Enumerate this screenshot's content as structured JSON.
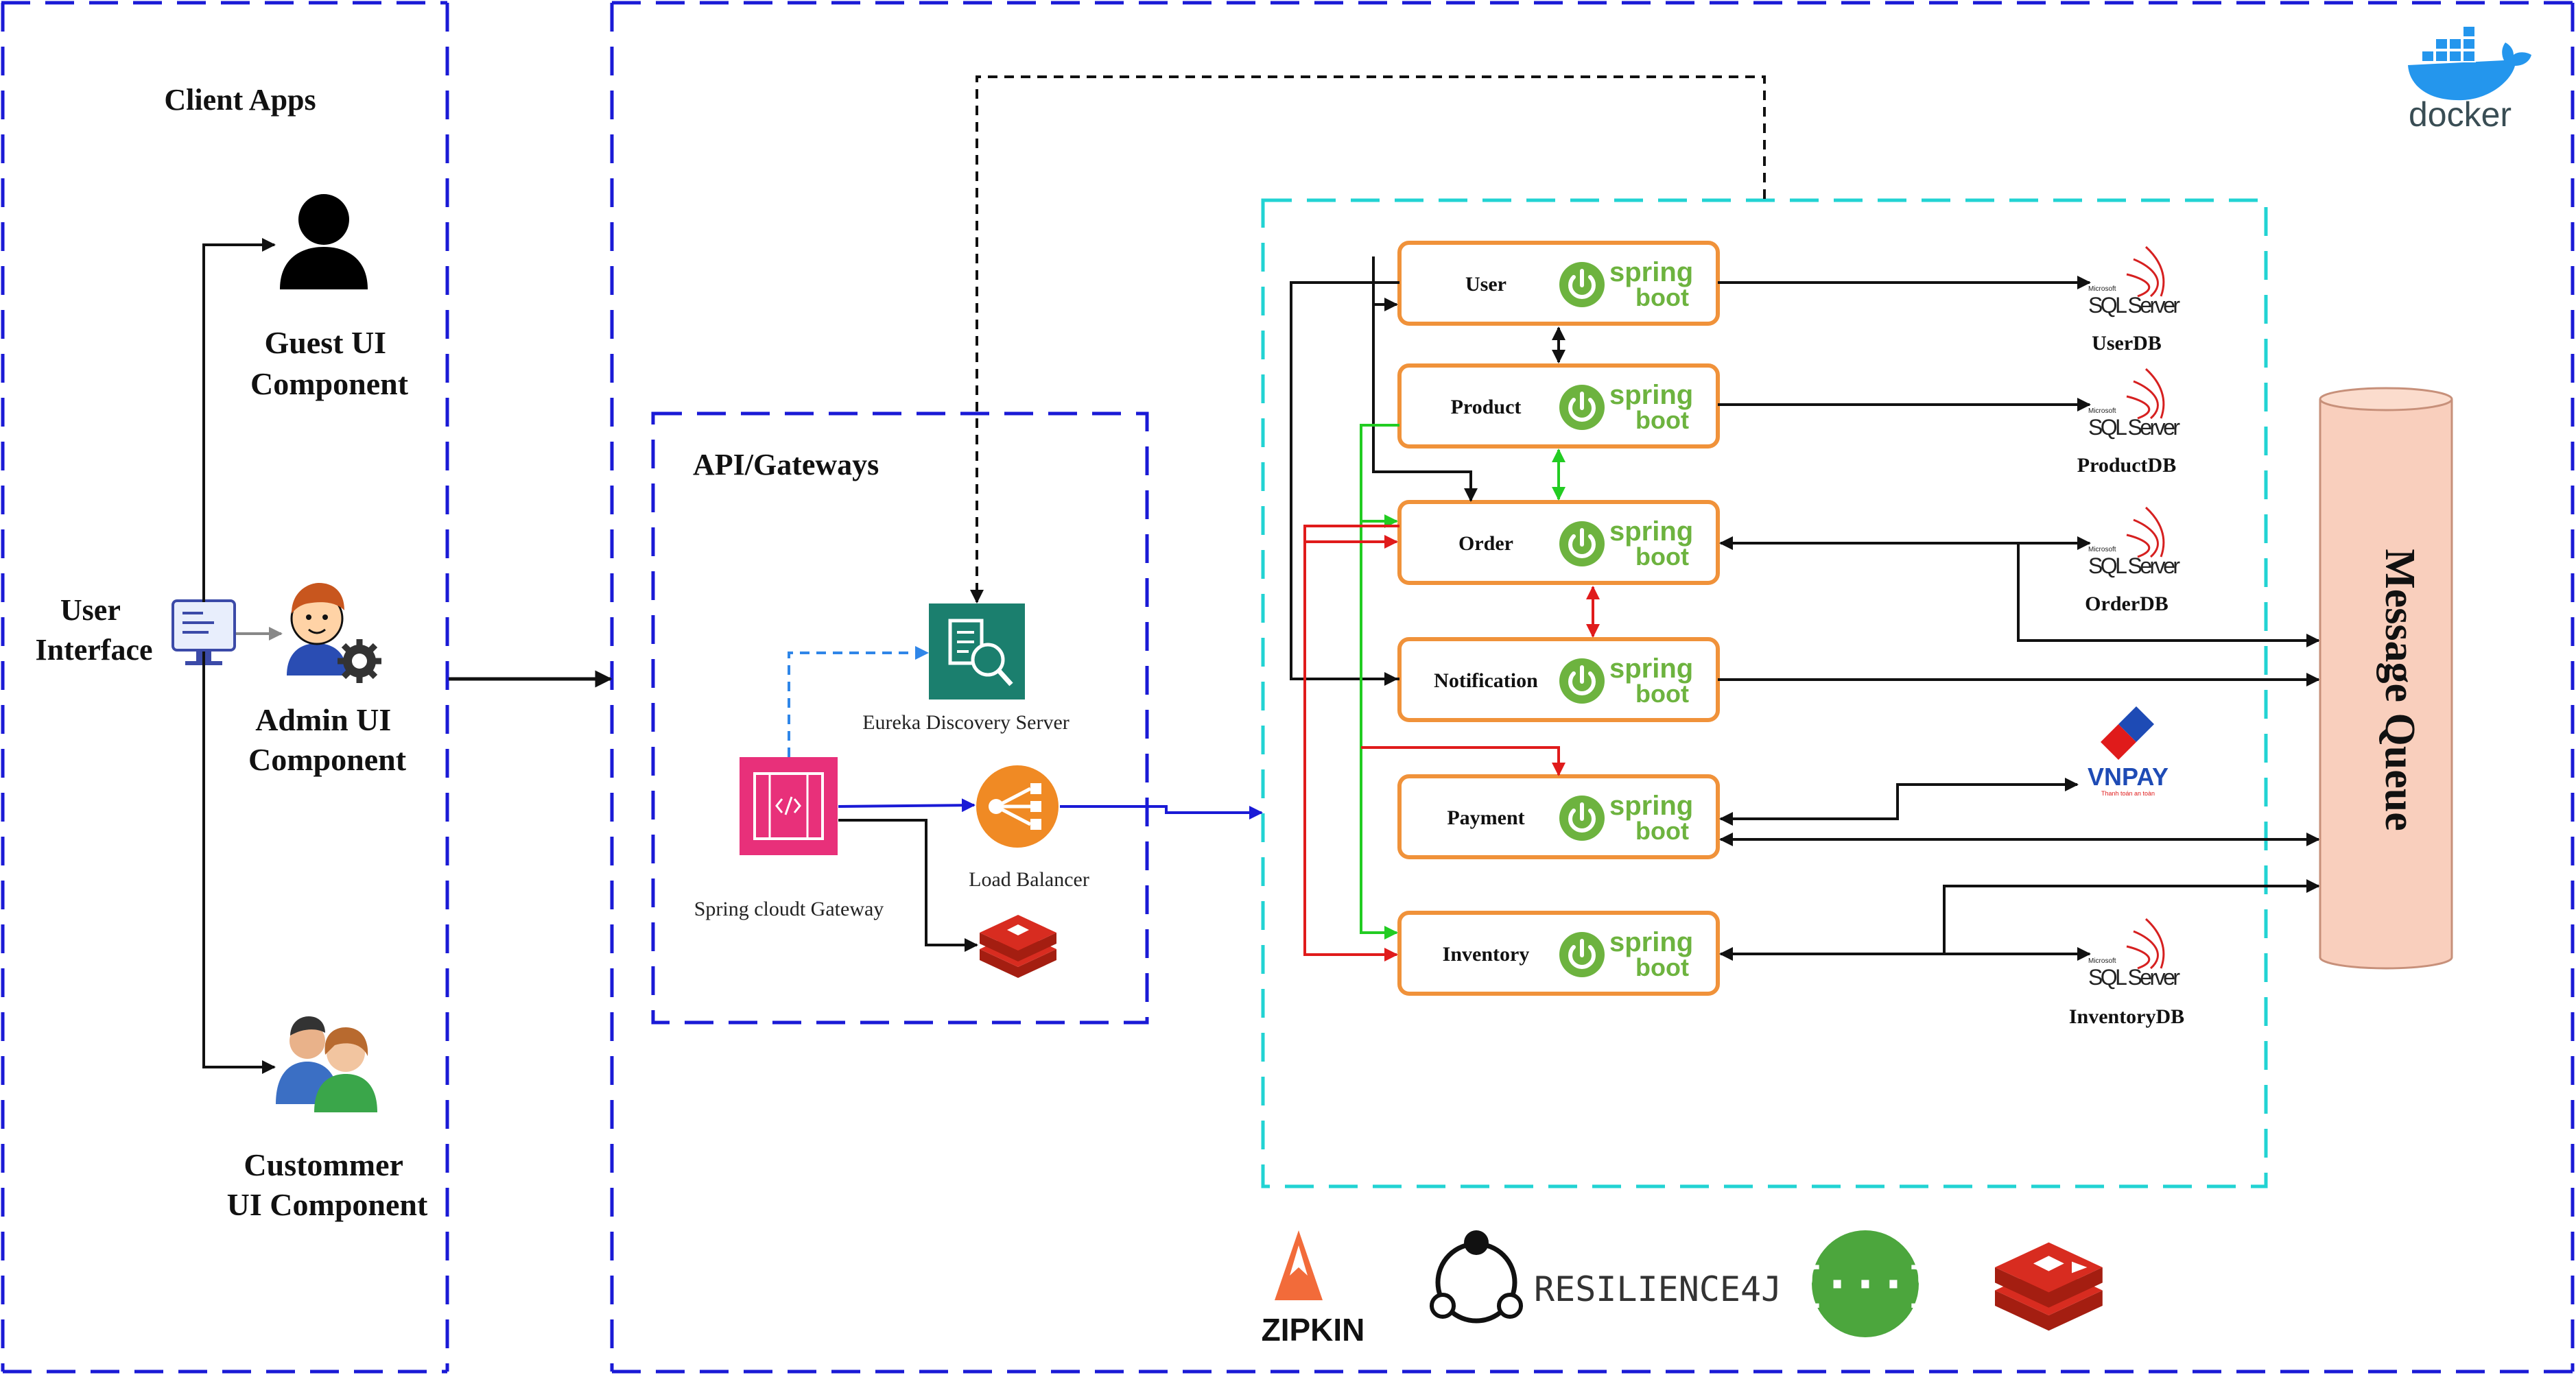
{
  "client_apps": {
    "title": "Client Apps",
    "user_interface": [
      "User",
      "Interface"
    ],
    "guest": [
      "Guest UI",
      "Component"
    ],
    "admin": [
      "Admin UI",
      "Component"
    ],
    "customer": [
      "Custommer",
      "UI Component"
    ]
  },
  "gateway": {
    "title": "API/Gateways",
    "eureka": "Eureka Discovery Server",
    "spring_gateway": "Spring cloudt Gateway",
    "load_balancer": "Load Balancer"
  },
  "services": [
    {
      "name": "User",
      "key": "user"
    },
    {
      "name": "Product",
      "key": "product"
    },
    {
      "name": "Order",
      "key": "order"
    },
    {
      "name": "Notification",
      "key": "notification"
    },
    {
      "name": "Payment",
      "key": "payment"
    },
    {
      "name": "Inventory",
      "key": "inventory"
    }
  ],
  "spring_logo": {
    "word1": "spring",
    "word2": "boot"
  },
  "databases": {
    "sql_text": "SQL Server",
    "sql_small": "Microsoft",
    "user": "UserDB",
    "product": "ProductDB",
    "order": "OrderDB",
    "inventory": "InventoryDB"
  },
  "vnpay": {
    "text": "VNPAY",
    "tagline": "Thanh toán an toàn"
  },
  "message_queue": "Message Queue",
  "docker": "docker",
  "tools": {
    "zipkin": "ZIPKIN",
    "resilience": "RESILIENCE4J"
  },
  "colors": {
    "boundary_blue": "#1a1ad6",
    "cyan": "#22d3d3",
    "service_orange": "#f0923a",
    "spring_green": "#6db33f",
    "queue_fill": "#f9cfbd",
    "red_arrow": "#e01b1b",
    "green_arrow": "#22cc22",
    "eureka_teal": "#1b7f6e",
    "gateway_pink": "#e8307a",
    "lb_orange": "#f08a24",
    "redis_red": "#c9302c",
    "docker_blue": "#2496ed",
    "swagger_green": "#4ca63d",
    "zipkin_orange": "#f26b3a"
  }
}
